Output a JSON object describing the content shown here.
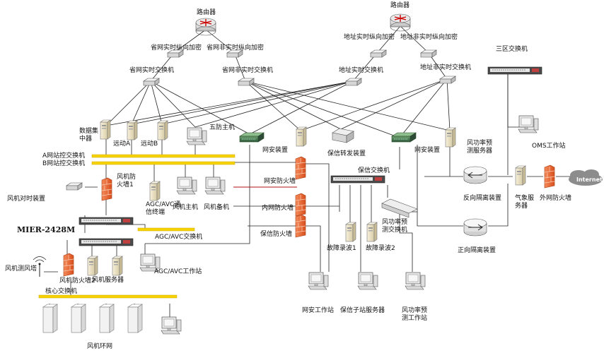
{
  "labels": {
    "router1": "路由器",
    "router2": "路由器",
    "prov_rt_enc": "省网实时纵向加密",
    "prov_nrt_enc": "省网非实时纵向加密",
    "prov_rt_sw": "省网实时交换机",
    "prov_nrt_sw": "省网非实时交换机",
    "addr_rt_enc": "地址实时纵向加密",
    "addr_nrt_enc": "地址非实时纵向加密",
    "addr_rt_sw": "地址实时交换机",
    "addr_nrt_sw": "地址非实时交换机",
    "zone3_sw": "三区交换机",
    "oms_ws": "OMS工作站",
    "data_concentrator_1": "数据集",
    "data_concentrator_2": "中器",
    "remote_a": "远动A",
    "remote_b": "远动B",
    "wufang_host": "五防主机",
    "net_sec_dev_1": "网安装置",
    "net_sec_dev_2": "网安装置",
    "protection_fwd": "保信转发装置",
    "wind_forecast_srv_1": "风功率预",
    "wind_forecast_srv_2": "测服务器",
    "busA": "A网站控交换机",
    "busB": "B网站控交换机",
    "wind_fw1_1": "风机防",
    "wind_fw1_2": "火墙1",
    "net_sec_fw": "网安防火墙",
    "inner_fw": "内网防火墙",
    "protection_fw": "保信防火墙",
    "protection_sw": "保信交换机",
    "reverse_iso": "反向隔离装置",
    "forward_iso": "正向隔离装置",
    "weather_srv_1": "气象服",
    "weather_srv_2": "务器",
    "ext_fw": "外网防火墙",
    "internet": "Internet",
    "wind_time_sync": "风机对时装置",
    "agc_avc_1": "AGC/AVC通",
    "agc_avc_2": "信终端",
    "wind_host": "风机主机",
    "wind_backup": "风机备机",
    "mier": "MIER-2428M",
    "agc_avc_sw": "AGC/AVC交换机",
    "wind_forecast_sw_1": "风功率预",
    "wind_forecast_sw_2": "测交换机",
    "fault_rec1": "故障录波1",
    "fault_rec2": "故障录波2",
    "wind_tower": "风机测风塔",
    "wind_fw2": "风机防火墙2",
    "wind_server": "风机服务器",
    "agc_avc_ws": "AGC/AVC工作站",
    "core_sw": "核心交换机",
    "net_sec_ws": "网安工作站",
    "protection_sub_srv": "保信子站服务器",
    "wind_forecast_ws_1": "风功率预",
    "wind_forecast_ws_2": "测工作站",
    "wind_ring": "风机环网"
  }
}
